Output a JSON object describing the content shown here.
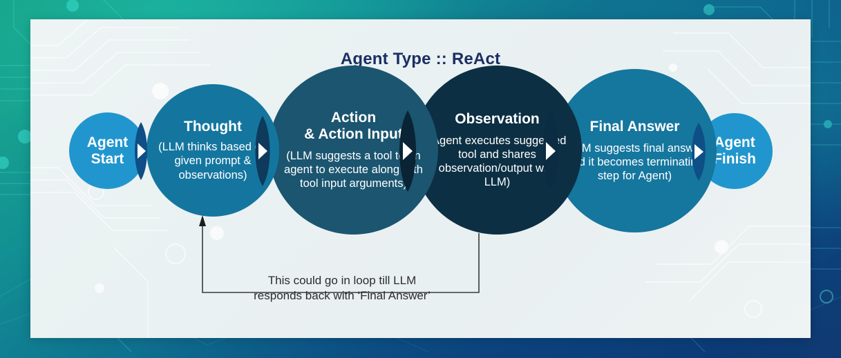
{
  "page": {
    "title": "Agent Type :: ReAct"
  },
  "colors": {
    "title_text": "#1a2f63",
    "agent_start": "#2196ce",
    "thought": "#14769f",
    "action": "#1b5570",
    "observation": "#0c2f43",
    "final_answer": "#15769e",
    "agent_finish": "#2196ce",
    "panel_bg": "#eaf1f2",
    "loop_text": "#2c2c2c",
    "overlap_1": "#0d4f86",
    "overlap_2": "#0e3a5c",
    "overlap_3": "#0a2435",
    "overlap_4": "#0b2c42",
    "overlap_5": "#0d4f86"
  },
  "nodes": [
    {
      "id": "agent-start",
      "heading": "Agent\nStart",
      "heading_lines": [
        "Agent",
        "Start"
      ],
      "body": ""
    },
    {
      "id": "thought",
      "heading": "Thought",
      "body": "(LLM thinks based on given prompt & observations)"
    },
    {
      "id": "action",
      "heading_lines": [
        "Action",
        "& Action Input"
      ],
      "heading": "Action & Action Input",
      "body": "(LLM suggests a tool to an agent to execute along with tool input arguments)"
    },
    {
      "id": "observation",
      "heading": "Observation",
      "body": "(Agent executes suggested tool and shares observation/output with LLM)"
    },
    {
      "id": "final-answer",
      "heading": "Final Answer",
      "body": "(LLM suggests final answer and it becomes terminating step for Agent)"
    },
    {
      "id": "agent-finish",
      "heading": "Agent\nFinish",
      "heading_lines": [
        "Agent",
        "Finish"
      ],
      "body": ""
    }
  ],
  "connectors": [
    {
      "id": "start-to-thought",
      "icon": "play-arrow-icon"
    },
    {
      "id": "thought-to-action",
      "icon": "play-arrow-icon"
    },
    {
      "id": "action-to-observation",
      "icon": "play-arrow-icon"
    },
    {
      "id": "observation-to-final",
      "icon": "play-arrow-icon"
    },
    {
      "id": "final-to-finish",
      "icon": "play-arrow-icon"
    }
  ],
  "loop": {
    "text_line_1": "This could go in loop till LLM",
    "text_line_2": "responds back with ‘Final Answer’",
    "text": "This could go in loop till LLM responds back with ‘Final Answer’",
    "from": "observation",
    "to": "thought"
  }
}
